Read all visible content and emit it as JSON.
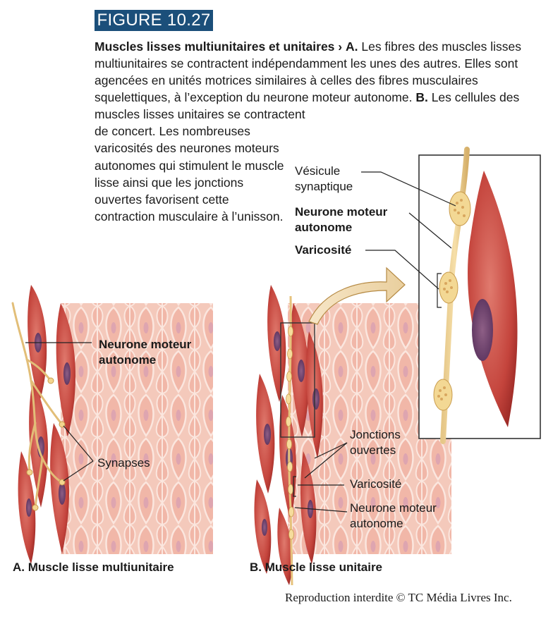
{
  "figure_label": "FIGURE 10.27",
  "caption": {
    "title": "Muscles lisses multiunitaires et unitaires",
    "arrow": "›",
    "a_marker": "A.",
    "a_text": "Les fibres des muscles lisses multiunitaires se contractent indépendamment les unes des autres. Elles sont agencées en unités motrices similaires à celles des fibres musculaires squelettiques, à l’exception du neurone moteur autonome.",
    "b_marker": "B.",
    "b_text_1": "Les cellules des muscles lisses unitaires se contractent",
    "b_text_2": "de concert. Les nombreuses varicosités des neurones moteurs autonomes qui stimulent le muscle lisse ainsi que les jonctions ouvertes favorisent cette contraction musculaire à l’unisson."
  },
  "labels": {
    "panel_a": {
      "neurone": "Neurone moteur autonome",
      "synapses": "Synapses",
      "title": "A. Muscle lisse multiunitaire"
    },
    "panel_b": {
      "jonctions": "Jonctions ouvertes",
      "varicosite": "Varicosité",
      "neurone": "Neurone moteur autonome",
      "title": "B. Muscle lisse unitaire"
    },
    "inset": {
      "vesicule": "Vésicule synaptique",
      "neurone": "Neurone moteur autonome",
      "varicosite": "Varicosité"
    }
  },
  "footer": "Reproduction interdite © TC Média Livres Inc."
}
